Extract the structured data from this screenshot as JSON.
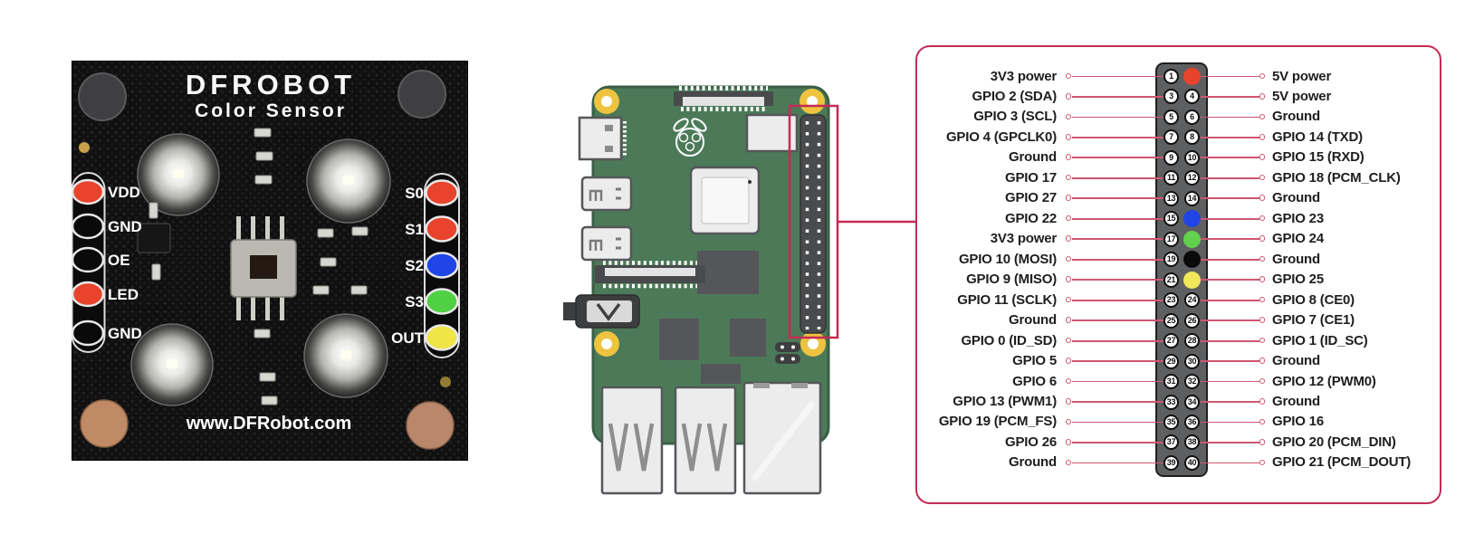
{
  "sensor": {
    "brand": "DFROBOT",
    "product": "Color Sensor",
    "website": "www.DFRobot.com",
    "left_pins": [
      {
        "label": "VDD",
        "color": "#e8432d"
      },
      {
        "label": "GND",
        "color": "#0a0a0a"
      },
      {
        "label": "OE",
        "color": "#0a0a0a"
      },
      {
        "label": "LED",
        "color": "#e8432d"
      },
      {
        "label": "GND",
        "color": "#0a0a0a"
      }
    ],
    "right_pins": [
      {
        "label": "S0",
        "color": "#e8432d"
      },
      {
        "label": "S1",
        "color": "#e8432d"
      },
      {
        "label": "S2",
        "color": "#2045e6"
      },
      {
        "label": "S3",
        "color": "#4fd143"
      },
      {
        "label": "OUT",
        "color": "#f0e546"
      }
    ]
  },
  "pi": {
    "board_color": "#4c7a58",
    "highlight_color": "#c32b56"
  },
  "pinout": {
    "border_color": "#c32b56",
    "line_color": "#cf5673",
    "rows": [
      {
        "left_label": "3V3 power",
        "left_pin": {
          "number": "1"
        },
        "right_pin": {
          "color_name": "red",
          "color": "#e8432d"
        },
        "right_label": "5V power"
      },
      {
        "left_label": "GPIO 2 (SDA)",
        "left_pin": {
          "number": "3"
        },
        "right_pin": {
          "number": "4"
        },
        "right_label": "5V power"
      },
      {
        "left_label": "GPIO 3 (SCL)",
        "left_pin": {
          "number": "5"
        },
        "right_pin": {
          "number": "6"
        },
        "right_label": "Ground"
      },
      {
        "left_label": "GPIO 4 (GPCLK0)",
        "left_pin": {
          "number": "7"
        },
        "right_pin": {
          "number": "8"
        },
        "right_label": "GPIO 14 (TXD)"
      },
      {
        "left_label": "Ground",
        "left_pin": {
          "number": "9"
        },
        "right_pin": {
          "number": "10"
        },
        "right_label": "GPIO 15 (RXD)"
      },
      {
        "left_label": "GPIO 17",
        "left_pin": {
          "number": "11"
        },
        "right_pin": {
          "number": "12"
        },
        "right_label": "GPIO 18 (PCM_CLK)"
      },
      {
        "left_label": "GPIO 27",
        "left_pin": {
          "number": "13"
        },
        "right_pin": {
          "number": "14"
        },
        "right_label": "Ground"
      },
      {
        "left_label": "GPIO 22",
        "left_pin": {
          "number": "15"
        },
        "right_pin": {
          "color_name": "blue",
          "color": "#2045e6"
        },
        "right_label": "GPIO 23"
      },
      {
        "left_label": "3V3 power",
        "left_pin": {
          "number": "17"
        },
        "right_pin": {
          "color_name": "green",
          "color": "#61d14e"
        },
        "right_label": "GPIO 24"
      },
      {
        "left_label": "GPIO 10 (MOSI)",
        "left_pin": {
          "number": "19"
        },
        "right_pin": {
          "color_name": "black",
          "color": "#0a0a0a"
        },
        "right_label": "Ground"
      },
      {
        "left_label": "GPIO 9 (MISO)",
        "left_pin": {
          "number": "21"
        },
        "right_pin": {
          "color_name": "yellow",
          "color": "#f0e75a"
        },
        "right_label": "GPIO 25"
      },
      {
        "left_label": "GPIO 11 (SCLK)",
        "left_pin": {
          "number": "23"
        },
        "right_pin": {
          "number": "24"
        },
        "right_label": "GPIO 8 (CE0)"
      },
      {
        "left_label": "Ground",
        "left_pin": {
          "number": "25"
        },
        "right_pin": {
          "number": "26"
        },
        "right_label": "GPIO 7 (CE1)"
      },
      {
        "left_label": "GPIO 0 (ID_SD)",
        "left_pin": {
          "number": "27"
        },
        "right_pin": {
          "number": "28"
        },
        "right_label": "GPIO 1 (ID_SC)"
      },
      {
        "left_label": "GPIO 5",
        "left_pin": {
          "number": "29"
        },
        "right_pin": {
          "number": "30"
        },
        "right_label": "Ground"
      },
      {
        "left_label": "GPIO 6",
        "left_pin": {
          "number": "31"
        },
        "right_pin": {
          "number": "32"
        },
        "right_label": "GPIO 12 (PWM0)"
      },
      {
        "left_label": "GPIO 13 (PWM1)",
        "left_pin": {
          "number": "33"
        },
        "right_pin": {
          "number": "34"
        },
        "right_label": "Ground"
      },
      {
        "left_label": "GPIO 19 (PCM_FS)",
        "left_pin": {
          "number": "35"
        },
        "right_pin": {
          "number": "36"
        },
        "right_label": "GPIO 16"
      },
      {
        "left_label": "GPIO 26",
        "left_pin": {
          "number": "37"
        },
        "right_pin": {
          "number": "38"
        },
        "right_label": "GPIO 20 (PCM_DIN)"
      },
      {
        "left_label": "Ground",
        "left_pin": {
          "number": "39"
        },
        "right_pin": {
          "number": "40"
        },
        "right_label": "GPIO 21 (PCM_DOUT)"
      }
    ]
  }
}
